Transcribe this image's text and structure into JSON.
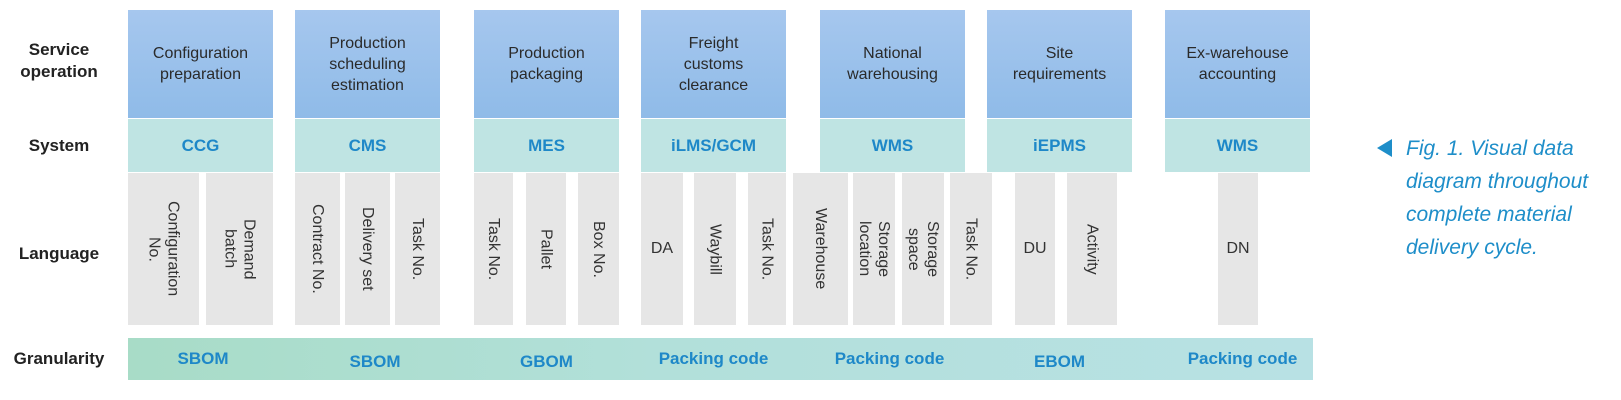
{
  "row_labels": {
    "service_operation": "Service\noperation",
    "system": "System",
    "language": "Language",
    "granularity": "Granularity"
  },
  "stages": [
    {
      "name": "Configuration\npreparation",
      "system": "CCG"
    },
    {
      "name": "Production\nscheduling\nestimation",
      "system": "CMS"
    },
    {
      "name": "Production\npackaging",
      "system": "MES"
    },
    {
      "name": "Freight\ncustoms\nclearance",
      "system": "iLMS/GCM"
    },
    {
      "name": "National\nwarehousing",
      "system": "WMS"
    },
    {
      "name": "Site\nrequirements",
      "system": "iEPMS"
    },
    {
      "name": "Ex-warehouse\naccounting",
      "system": "WMS"
    }
  ],
  "language": [
    "Configuration\nNo.",
    "Demand\nbatch",
    "Contract No.",
    "Delivery set",
    "Task No.",
    "Task No.",
    "Pallet",
    "Box No.",
    "DA",
    "Waybill",
    "Task No.",
    "Warehouse",
    "Storage\nlocation",
    "Storage\nspace",
    "Task No.",
    "DU",
    "Activity",
    "DN"
  ],
  "granularity": [
    "SBOM",
    "SBOM",
    "GBOM",
    "Packing code",
    "Packing code",
    "EBOM",
    "Packing code"
  ],
  "caption": "Fig. 1. Visual data diagram throughout complete material delivery cycle.",
  "colors": {
    "stage_blue": "#9cc2ec",
    "system_teal": "#bfe4e3",
    "language_gray": "#e6e6e6",
    "granularity_green": "#aadcc8",
    "accent_blue": "#1e88c8"
  }
}
